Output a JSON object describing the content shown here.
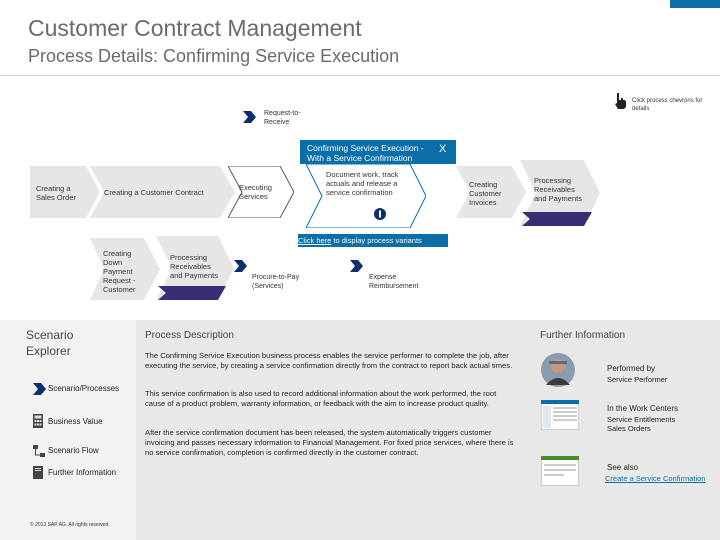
{
  "header": {
    "title": "Customer Contract Management",
    "subtitle": "Process Details: Confirming Service Execution",
    "hint": "Click process chevrons for details"
  },
  "flow": {
    "request_to_receive": "Request-to-Receive",
    "top_chevrons": [
      {
        "label": "Creating a Sales Order"
      },
      {
        "label": "Creating a Customer Contract"
      },
      {
        "label": "Executing Services"
      },
      {
        "label": "Document work, track actuals and release a service confirmation"
      },
      {
        "label": "Creating Customer Invoices"
      },
      {
        "label": "Processing Receivables and Payments"
      }
    ],
    "popup_title": "Confirming Service Execution - With a Service Confirmation",
    "popup_close": "X",
    "variant_link": "Click here",
    "variant_text": " to display process variants",
    "lower_chevrons": [
      {
        "label": "Creating Down Payment Request - Customer"
      },
      {
        "label": "Processing Receivables and Payments"
      }
    ],
    "procure_to_pay": "Procure-to-Pay (Services)",
    "expense_reimbursement": "Expense Reimbursement"
  },
  "sidebar": {
    "title": "Scenario Explorer",
    "items": [
      {
        "label": "Scenario/Processes",
        "icon": "arrow-icon"
      },
      {
        "label": "Business Value",
        "icon": "calculator-icon"
      },
      {
        "label": "Scenario Flow",
        "icon": "flow-icon"
      },
      {
        "label": "Further Information",
        "icon": "book-icon"
      }
    ],
    "copyright": "© 2013 SAP AG. All rights reserved."
  },
  "description": {
    "heading": "Process Description",
    "paragraphs": [
      "The Confirming Service Execution business process enables the service performer to complete the job, after executing the service, by creating a service confirmation directly from the contract to report back actual times.",
      "This service confirmation is also used to record additional information about the work performed, the root cause of a product problem, warranty information, or feedback with the aim to increase product quality.",
      "After the service confirmation document has been released, the system automatically triggers customer invoicing and passes necessary information to Financial Management. For fixed price services, where there is no service confirmation, completion is confirmed directly in the customer contract."
    ]
  },
  "further_info": {
    "heading": "Further Information",
    "performed_by_label": "Performed by",
    "performed_by_value": "Service Performer",
    "work_centers_label": "In the Work Centers",
    "work_centers": [
      "Service Entitlements",
      "Sales Orders"
    ],
    "see_also_label": "See also",
    "see_also_link": "Create a Service Confirmation"
  },
  "colors": {
    "accent": "#0b6ea9",
    "chevron": "#e6e6e6",
    "chevron_dark": "#3b2d75",
    "panel": "#e8e8e8"
  }
}
